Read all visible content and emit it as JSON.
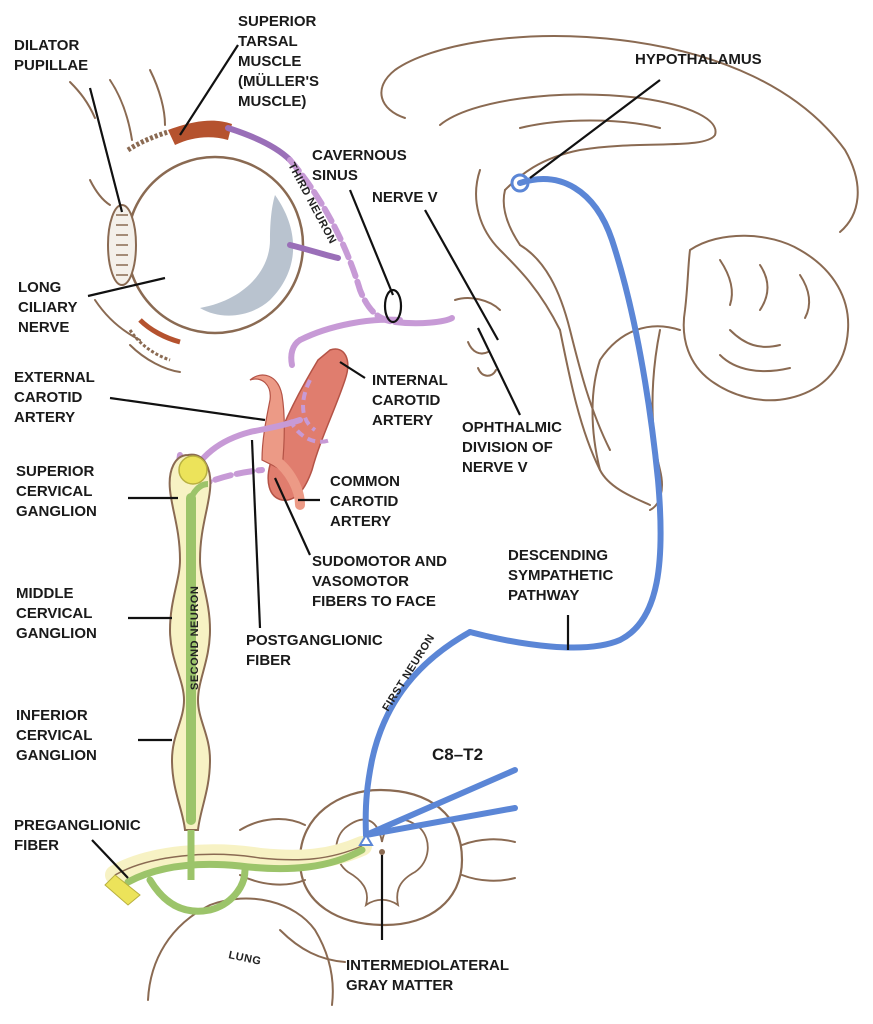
{
  "labels": {
    "dilator_pupillae": [
      "DILATOR",
      "PUPILLAE"
    ],
    "superior_tarsal": [
      "SUPERIOR",
      "TARSAL",
      "MUSCLE",
      "(MÜLLER'S",
      "MUSCLE)"
    ],
    "hypothalamus": [
      "HYPOTHALAMUS"
    ],
    "cavernous_sinus": [
      "CAVERNOUS",
      "SINUS"
    ],
    "nerve_v": [
      "NERVE V"
    ],
    "long_ciliary": [
      "LONG",
      "CILIARY",
      "NERVE"
    ],
    "external_carotid": [
      "EXTERNAL",
      "CAROTID",
      "ARTERY"
    ],
    "internal_carotid": [
      "INTERNAL",
      "CAROTID",
      "ARTERY"
    ],
    "ophthalmic_division": [
      "OPHTHALMIC",
      "DIVISION OF",
      "NERVE V"
    ],
    "superior_cervical": [
      "SUPERIOR",
      "CERVICAL",
      "GANGLION"
    ],
    "common_carotid": [
      "COMMON",
      "CAROTID",
      "ARTERY"
    ],
    "sudomotor": [
      "SUDOMOTOR AND",
      "VASOMOTOR",
      "FIBERS TO FACE"
    ],
    "descending_pathway": [
      "DESCENDING",
      "SYMPATHETIC",
      "PATHWAY"
    ],
    "middle_cervical": [
      "MIDDLE",
      "CERVICAL",
      "GANGLION"
    ],
    "postganglionic": [
      "POSTGANGLIONIC",
      "FIBER"
    ],
    "inferior_cervical": [
      "INFERIOR",
      "CERVICAL",
      "GANGLION"
    ],
    "c8_t2": [
      "C8–T2"
    ],
    "preganglionic": [
      "PREGANGLIONIC",
      "FIBER"
    ],
    "intermediolateral": [
      "INTERMEDIOLATERAL",
      "GRAY MATTER"
    ],
    "third_neuron": "THIRD NEURON",
    "second_neuron": "SECOND NEURON",
    "first_neuron": "FIRST NEURON",
    "lung": "LUNG"
  },
  "colors": {
    "first_neuron": "#5b86d6",
    "second_neuron": "#9cc46a",
    "third_neuron": "#c79ad6",
    "third_neuron_dark": "#9a6fb8",
    "artery": "#e07d6e",
    "muscle": "#b5522e",
    "ganglion_fill": "#f7f2c4",
    "ganglion_yellow": "#ece35a",
    "outline": "#8a6a52"
  }
}
